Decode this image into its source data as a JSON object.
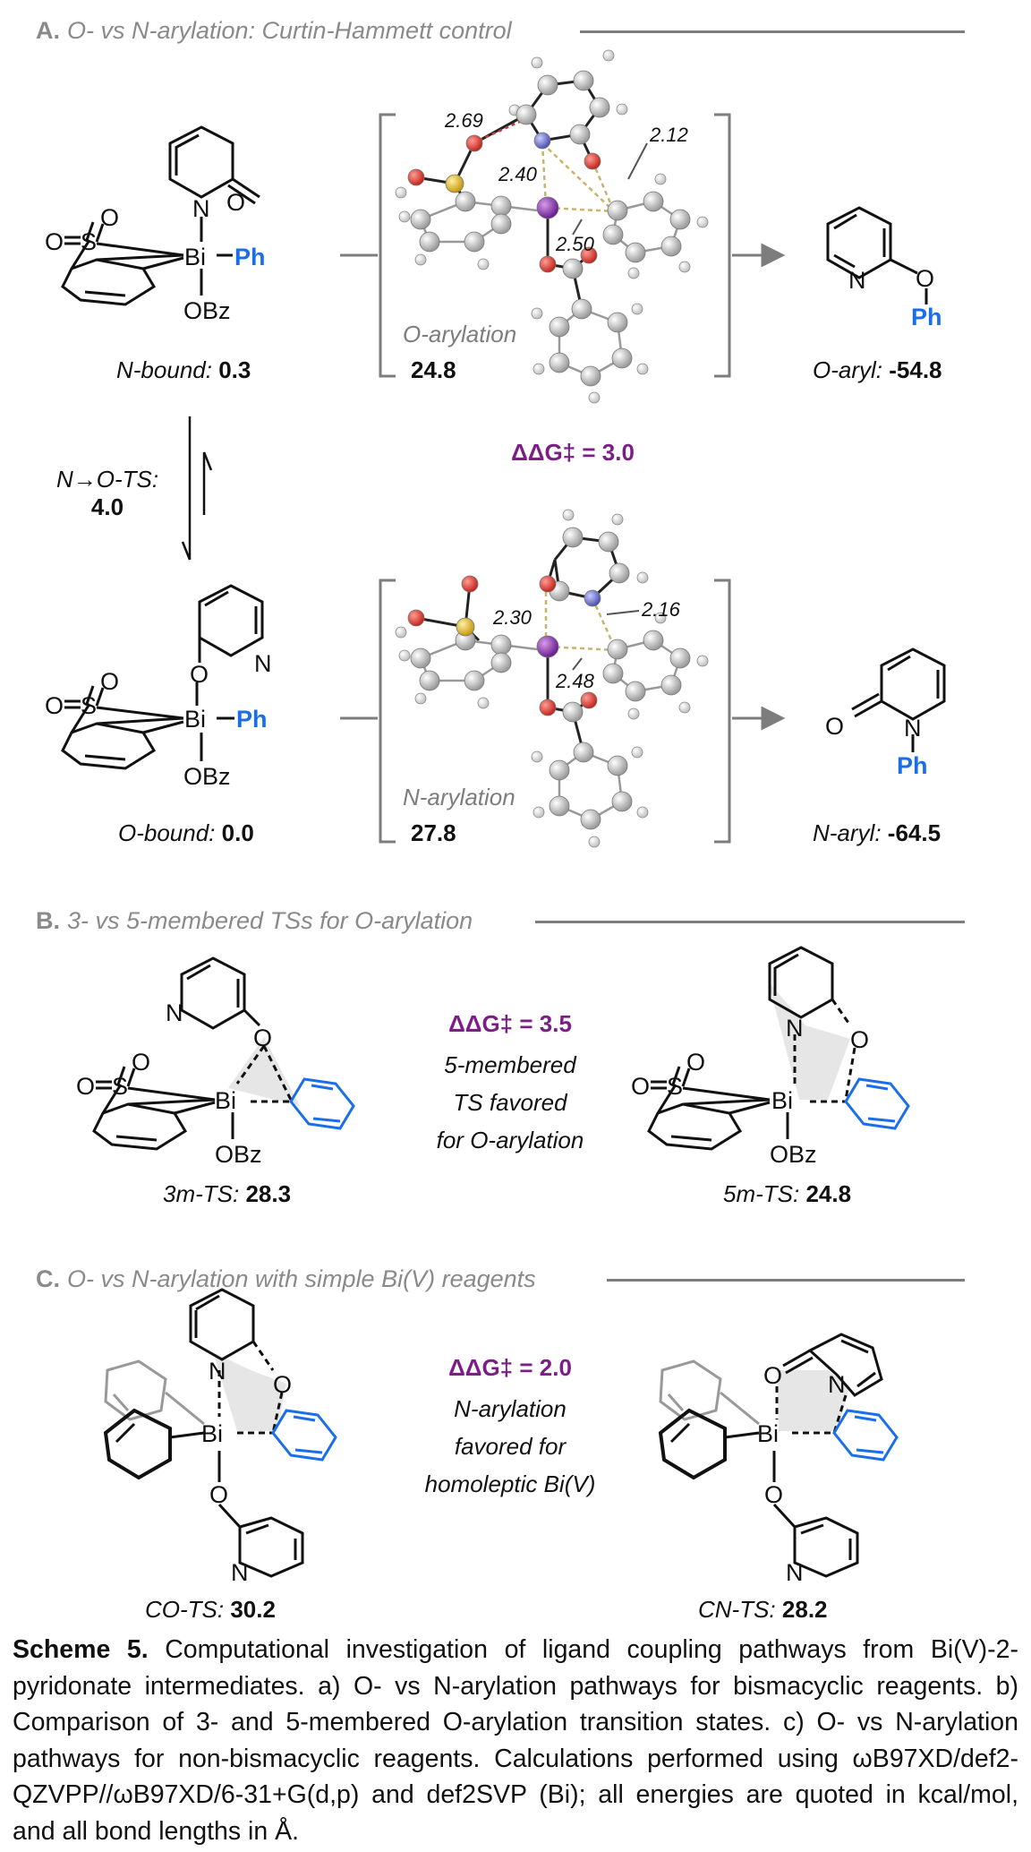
{
  "sectionA": {
    "letter": "A.",
    "title": "O- vs N-arylation: Curtin-Hammett control",
    "n_bound": {
      "label": "N-bound:",
      "value": "0.3"
    },
    "o_bound": {
      "label": "O-bound:",
      "value": "0.0"
    },
    "o_aryl": {
      "label": "O-aryl:",
      "value": "-54.8"
    },
    "n_aryl": {
      "label": "N-aryl:",
      "value": "-64.5"
    },
    "ts_top": {
      "name": "O-arylation",
      "value": "24.8",
      "d1": "2.69",
      "d2": "2.40",
      "d3": "2.12",
      "d4": "2.50"
    },
    "ts_bottom": {
      "name": "N-arylation",
      "value": "27.8",
      "d1": "2.30",
      "d2": "2.16",
      "d3": "2.48"
    },
    "equil": {
      "label": "N→O-TS:",
      "value": "4.0"
    },
    "ddg": "ΔΔG‡ = 3.0"
  },
  "sectionB": {
    "letter": "B.",
    "title": "3- vs 5-membered TSs for O-arylation",
    "ddg": "ΔΔG‡ = 3.5",
    "note": [
      "5-membered",
      "TS favored",
      "for O-arylation"
    ],
    "left": {
      "label": "3m-TS:",
      "value": "28.3"
    },
    "right": {
      "label": "5m-TS:",
      "value": "24.8"
    }
  },
  "sectionC": {
    "letter": "C.",
    "title": "O- vs N-arylation with simple Bi(V) reagents",
    "ddg": "ΔΔG‡ = 2.0",
    "note": [
      "N-arylation",
      "favored for",
      "homoleptic Bi(V)"
    ],
    "left": {
      "label": "CO-TS:",
      "value": "30.2"
    },
    "right": {
      "label": "CN-TS:",
      "value": "28.2"
    }
  },
  "atoms": {
    "O": "O",
    "N": "N",
    "S": "S",
    "Bi": "Bi",
    "Ph": "Ph",
    "OBz": "OBz"
  },
  "caption": {
    "bold": "Scheme 5.",
    "text": " Computational investigation of ligand coupling pathways from Bi(V)-2-pyridonate intermediates. a) O- vs N-arylation pathways for bismacyclic reagents. b) Comparison of 3- and 5-membered O-arylation transition states. c) O- vs N-arylation pathways for non-bismacyclic reagents. Calculations performed using ωB97XD/def2-QZVPP//ωB97XD/6-31+G(d,p) and def2SVP (Bi); all energies are quoted in kcal/mol, and all bond lengths in Å."
  },
  "colors": {
    "ph_blue": "#1a6ee8",
    "purple": "#7b1f86",
    "gray": "#7d7d7d",
    "carbon": "#c9c9c9",
    "oxygen": "#e0433a",
    "nitrogen": "#7a7fd6",
    "sulfur": "#e2c02b",
    "bismuth": "#8e3fb0"
  }
}
